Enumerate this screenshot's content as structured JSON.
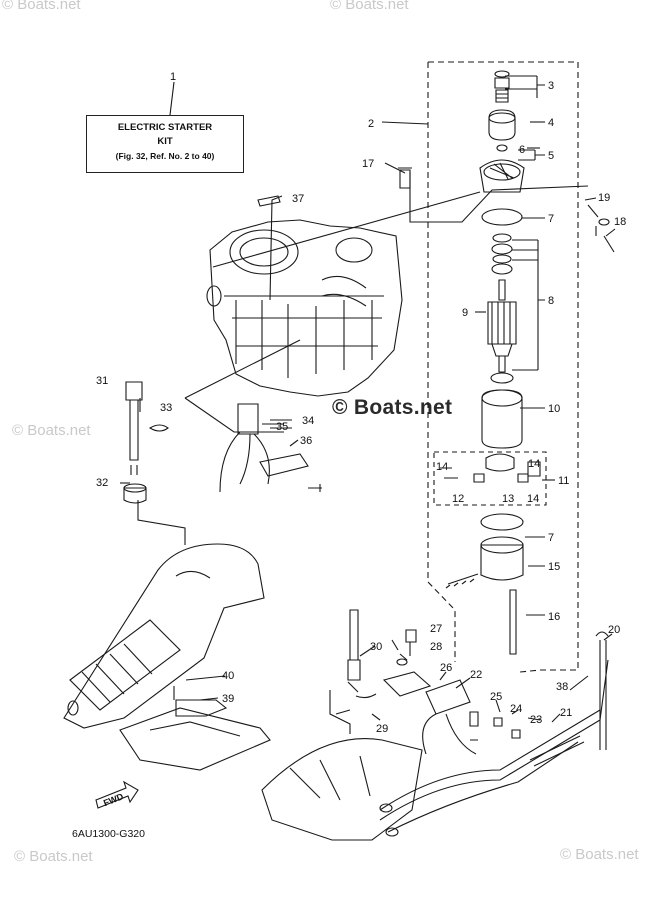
{
  "kit_label": {
    "number": "1",
    "line1": "ELECTRIC  STARTER",
    "line2": "KIT",
    "line3": "(Fig. 32, Ref. No. 2 to 40)"
  },
  "watermark": {
    "center": "© Boats.net",
    "corner": "© Boats.net"
  },
  "figure_code": "6AU1300-G320",
  "fwd_label": "FWD",
  "part_numbers": [
    "1",
    "2",
    "3",
    "4",
    "5",
    "6",
    "7",
    "8",
    "9",
    "10",
    "11",
    "12",
    "13",
    "14",
    "14",
    "15",
    "16",
    "17",
    "18",
    "19",
    "20",
    "21",
    "22",
    "23",
    "24",
    "25",
    "26",
    "27",
    "28",
    "29",
    "30",
    "31",
    "32",
    "33",
    "34",
    "35",
    "36",
    "37",
    "38",
    "39",
    "40",
    "7",
    "14"
  ]
}
